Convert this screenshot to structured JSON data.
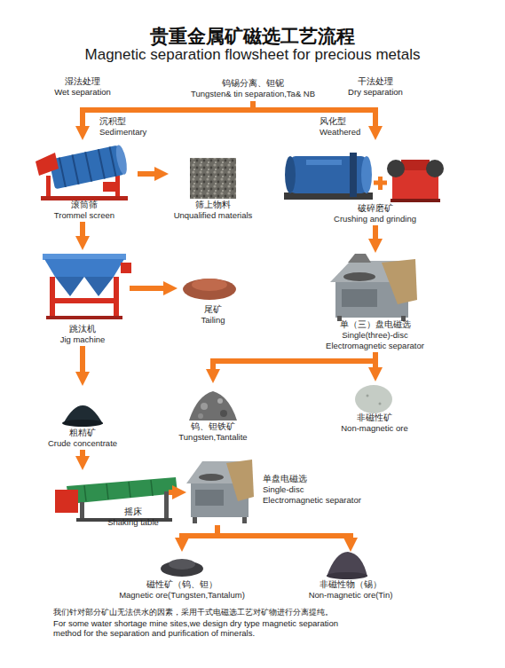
{
  "diagram": {
    "title": "贵重金属矿磁选工艺流程",
    "caption": "我们针对部分矿山无法供水的因素，采用干式电磁选工艺对矿物进行分离提纯。",
    "nodes": [
      {
        "text": [
          "钨锡分离、钽铌",
          "Tungsten& tin separation,Ta& NB"
        ]
      },
      {
        "text": [
          "滚筒筛",
          "Trommel screen"
        ]
      },
      {
        "text": [
          "筛上物料",
          "Unqualified materials"
        ]
      },
      {
        "text": [
          "破碎磨矿",
          "Crushing and grinding"
        ]
      },
      {
        "text": [
          "跳汰机",
          "Jig machine"
        ]
      },
      {
        "text": [
          "尾矿",
          "Tailing"
        ]
      },
      {
        "text": [
          "单（三）盘电磁选",
          "Single(three)-disc Electromagnetic separator"
        ]
      },
      {
        "text": [
          "粗精矿",
          "Crude concentrate"
        ]
      },
      {
        "text": [
          "钨、钽铁矿",
          "Tungsten,Tantalite"
        ]
      },
      {
        "text": [
          "非磁性矿",
          "Non-magnetic ore"
        ]
      },
      {
        "text": [
          "单盘电磁选",
          "Single-disc Electromagnetic separator"
        ]
      },
      {
        "text": [
          "摇床",
          "Shaking table"
        ]
      },
      {
        "text": [
          "磁性矿（钨、钽）",
          "Magnetic ore(Tungsten,Tantalum)"
        ]
      },
      {
        "text": [
          "非磁性物（锡）",
          "Non-magnetic ore(Tin)"
        ]
      }
    ],
    "edges": [
      {
        "from": 0,
        "to": 1,
        "label": "沉积型 Sedimentary",
        "arrow": "to"
      },
      {
        "from": 0,
        "to": 3,
        "label": "风化型 Weathered",
        "arrow": "to"
      },
      {
        "from": 1,
        "to": 2,
        "arrow": "to"
      },
      {
        "from": 1,
        "to": 4,
        "arrow": "to"
      },
      {
        "from": 4,
        "to": 5,
        "arrow": "to"
      },
      {
        "from": 3,
        "to": 6,
        "arrow": "to"
      },
      {
        "from": 6,
        "to": 8,
        "arrow": "to"
      },
      {
        "from": 6,
        "to": 9,
        "arrow": "to"
      },
      {
        "from": 4,
        "to": 7,
        "arrow": "to"
      },
      {
        "from": 7,
        "to": 11,
        "arrow": "to"
      },
      {
        "from": 11,
        "to": 10,
        "arrow": "to"
      },
      {
        "from": 10,
        "to": 12,
        "arrow": "to"
      },
      {
        "from": 10,
        "to": 13,
        "arrow": "to"
      }
    ],
    "labels": [
      "Magnetic separation flowsheet for precious metals",
      "湿法处理",
      "Wet separation",
      "干法处理",
      "Dry separation",
      "For some water shortage mine sites,we design dry type magnetic separation method for the separation and purification of minerals."
    ]
  }
}
